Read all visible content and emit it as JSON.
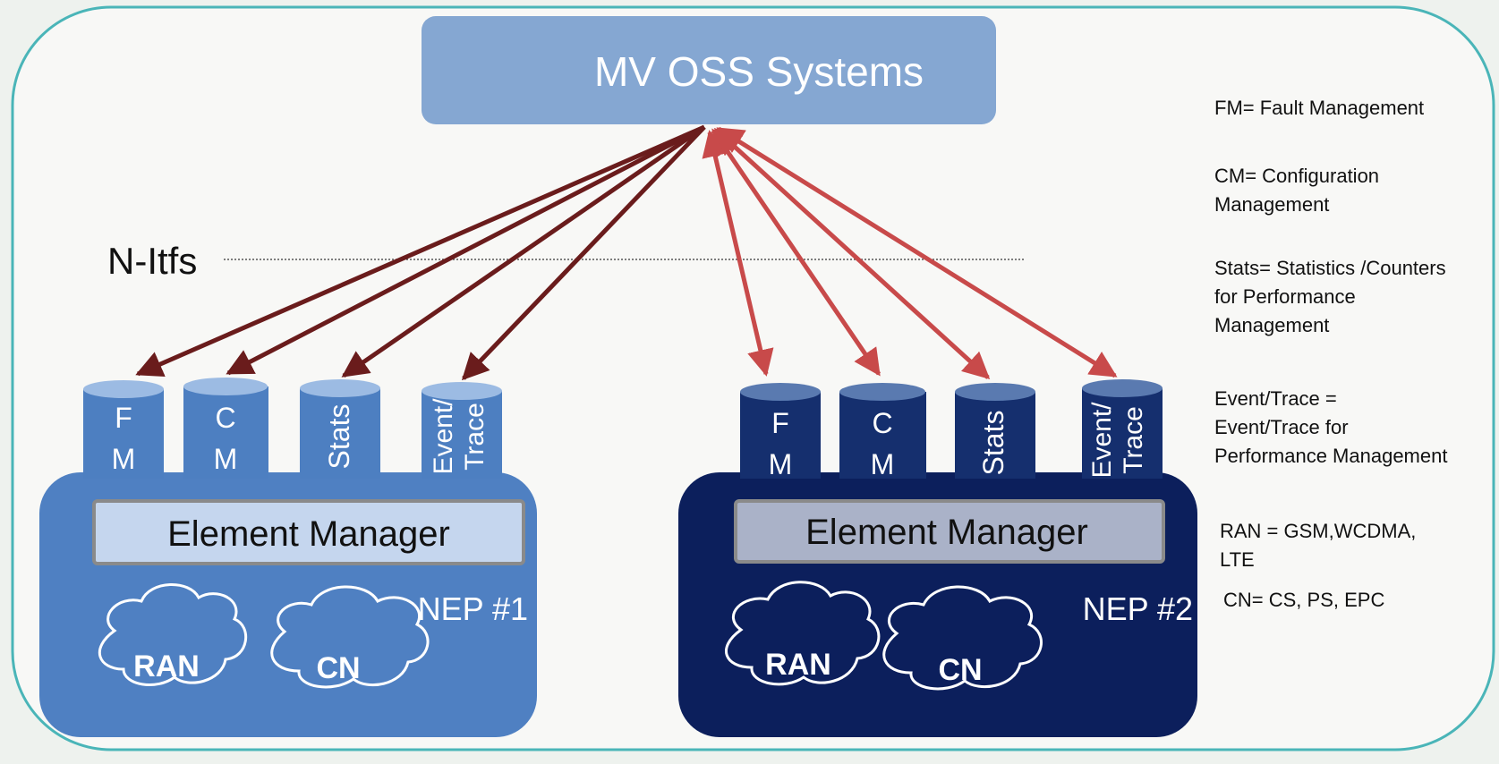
{
  "oss": {
    "title": "MV OSS Systems"
  },
  "interface_label": "N-Itfs",
  "nep1": {
    "label": "NEP #1",
    "element_manager": "Element Manager",
    "databases": [
      {
        "lines": [
          "F",
          "M"
        ]
      },
      {
        "lines": [
          "C",
          "M"
        ]
      },
      {
        "lines": [
          "Stats"
        ]
      },
      {
        "lines": [
          "Event/",
          "Trace"
        ]
      }
    ],
    "clouds": [
      "RAN",
      "CN"
    ]
  },
  "nep2": {
    "label": "NEP #2",
    "element_manager": "Element Manager",
    "databases": [
      {
        "lines": [
          "F",
          "M"
        ]
      },
      {
        "lines": [
          "C",
          "M"
        ]
      },
      {
        "lines": [
          "Stats"
        ]
      },
      {
        "lines": [
          "Event/",
          "Trace"
        ]
      }
    ],
    "clouds": [
      "RAN",
      "CN"
    ]
  },
  "legend": {
    "fm": [
      "FM= Fault Management"
    ],
    "cm": [
      "CM= Configuration",
      "Management"
    ],
    "stats": [
      "Stats= Statistics /Counters",
      "for Performance",
      "Management"
    ],
    "event": [
      "Event/Trace =",
      "Event/Trace  for",
      "Performance Management"
    ],
    "ran": [
      "RAN = GSM,WCDMA,",
      "LTE"
    ],
    "cn": [
      "CN= CS, PS, EPC"
    ]
  },
  "colors": {
    "oss_box": "#85a7d2",
    "nep1_fill": "#4f80c2",
    "nep1_db": "#4d7fc1",
    "nep2_fill": "#0c1f5c",
    "nep2_db": "#152f6e",
    "arrow_nep1": "#6a1c1c",
    "arrow_nep2": "#c84a4a",
    "frame": "#4ab5b8"
  }
}
